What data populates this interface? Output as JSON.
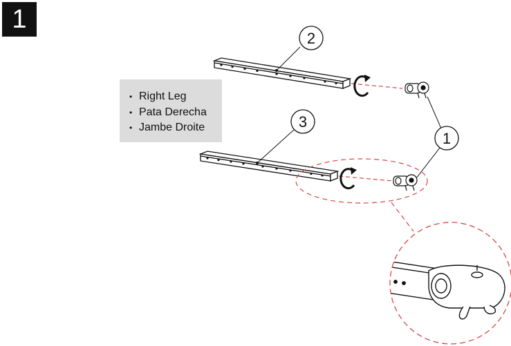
{
  "step": {
    "number": "1"
  },
  "legend": {
    "items": [
      {
        "bullet": "•",
        "label": "Right Leg"
      },
      {
        "bullet": "•",
        "label": "Pata Derecha"
      },
      {
        "bullet": "•",
        "label": "Jambe Droite"
      }
    ]
  },
  "callouts": {
    "part2": "2",
    "part3": "3",
    "part1": "1"
  },
  "colors": {
    "ink": "#111111",
    "highlight_dash": "#d64545",
    "legend_bg": "#dcdcdc",
    "badge_bg": "#111111"
  },
  "icons": [
    "rotate-arrow-icon",
    "rotate-arrow-icon",
    "leveling-foot-icon"
  ]
}
